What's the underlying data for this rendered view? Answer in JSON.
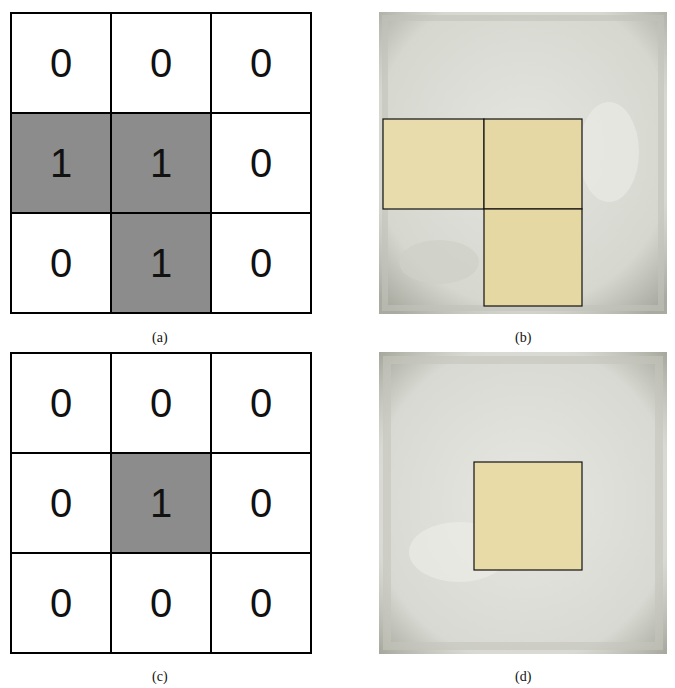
{
  "diagram": {
    "labels": [
      "0",
      "0",
      "0",
      "1",
      "1",
      "0",
      "0",
      "1",
      "0",
      "(a)",
      "(b)",
      "0",
      "0",
      "0",
      "0",
      "1",
      "0",
      "0",
      "0",
      "0",
      "(c)",
      "(d)"
    ]
  }
}
